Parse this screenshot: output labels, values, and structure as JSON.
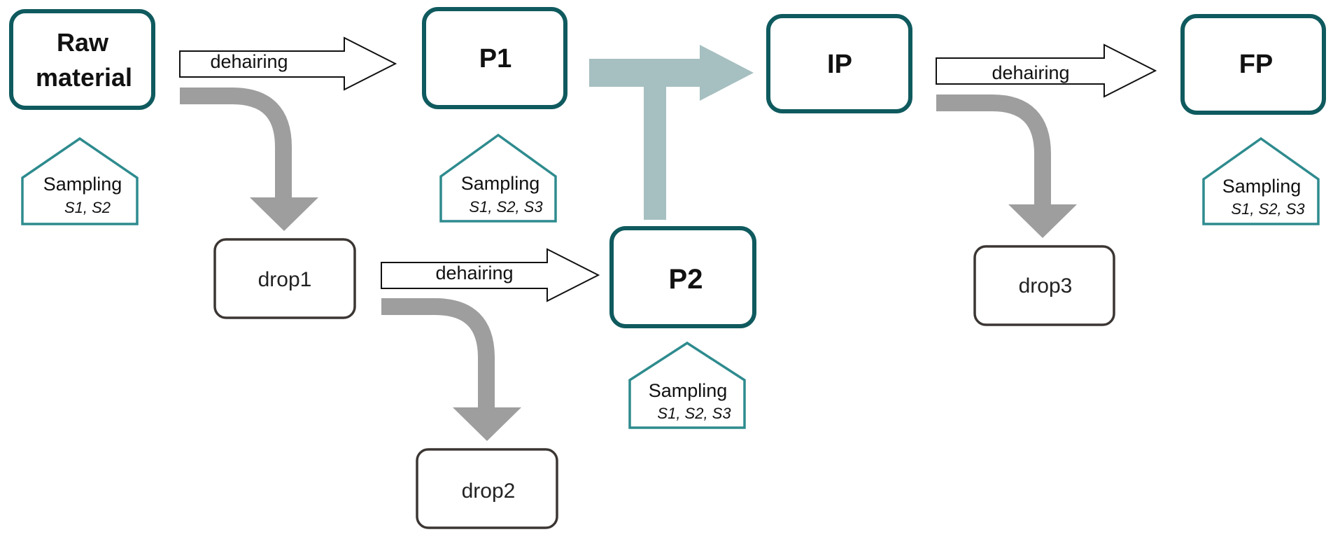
{
  "colors": {
    "main_box_stroke": "#0f5a5e",
    "drop_box_stroke": "#3b3633",
    "sampling_stroke": "#2e8b8e",
    "waste_arrow": "#9e9e9e",
    "merge_arrow": "#a6bfc1",
    "outline_arrow": "#111111"
  },
  "stages": {
    "raw_material": {
      "line1": "Raw",
      "line2": "material"
    },
    "p1": "P1",
    "ip": "IP",
    "fp": "FP",
    "p2": "P2"
  },
  "drops": {
    "drop1": "drop1",
    "drop2": "drop2",
    "drop3": "drop3"
  },
  "process_arrows": {
    "raw_to_p1": "dehairing",
    "drop1_to_p2": "dehairing",
    "ip_to_fp": "dehairing"
  },
  "sampling": {
    "raw_material": {
      "title": "Sampling",
      "codes": "S1, S2"
    },
    "p1": {
      "title": "Sampling",
      "codes": "S1, S2, S3"
    },
    "p2": {
      "title": "Sampling",
      "codes": "S1, S2, S3"
    },
    "fp": {
      "title": "Sampling",
      "codes": "S1, S2, S3"
    }
  }
}
